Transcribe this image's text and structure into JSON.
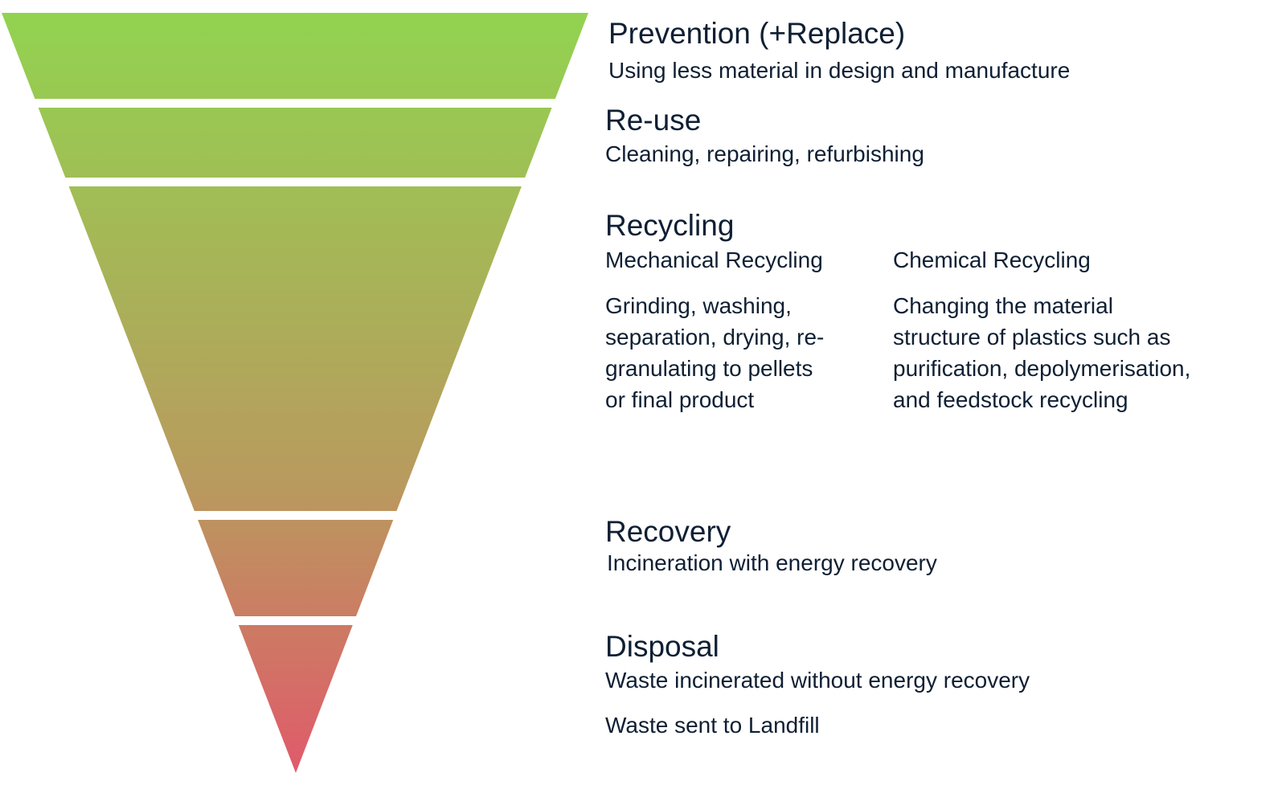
{
  "colors": {
    "top": "#92d350",
    "middle": "#b99a5e",
    "bottom": "#e05a6a",
    "text": "#0f1f33",
    "separator": "#ffffff"
  },
  "levels": [
    {
      "heading": "Prevention (+Replace)",
      "description": "Using less material in design and manufacture"
    },
    {
      "heading": "Re-use",
      "description": "Cleaning, repairing, refurbishing"
    },
    {
      "heading": "Recycling",
      "mechanical": {
        "title": "Mechanical Recycling",
        "lines": [
          "Grinding, washing,",
          "separation, drying, re-",
          "granulating to pellets",
          "or final product"
        ]
      },
      "chemical": {
        "title": "Chemical Recycling",
        "lines": [
          "Changing the material",
          "structure of plastics such as",
          "purification, depolymerisation,",
          "and feedstock recycling"
        ]
      }
    },
    {
      "heading": "Recovery",
      "description": "Incineration with energy recovery"
    },
    {
      "heading": "Disposal",
      "description": "Waste incinerated without energy recovery",
      "description2": "Waste sent to Landfill"
    }
  ]
}
